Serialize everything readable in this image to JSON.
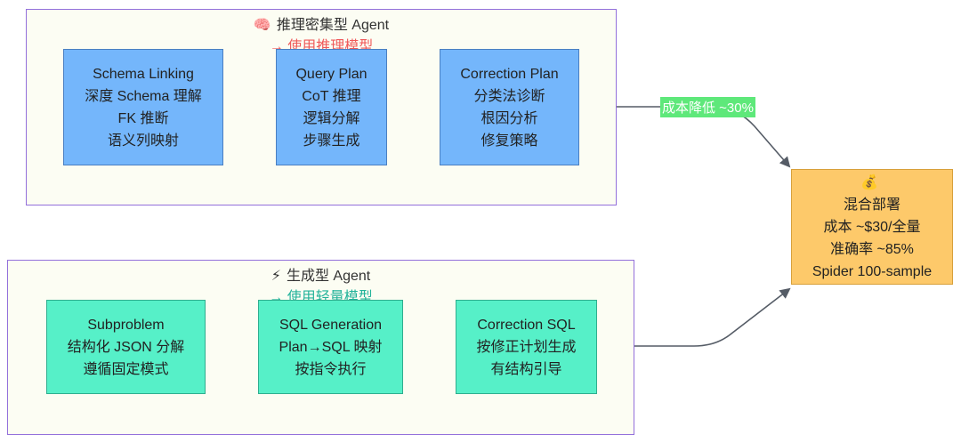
{
  "reasoning_group": {
    "icon": "🧠",
    "title": "推理密集型 Agent",
    "subtitle": "→ 使用推理模型",
    "subtitle_color": "#f05a5a",
    "nodes": [
      {
        "lines": [
          "Schema Linking",
          "深度 Schema 理解",
          "FK 推断",
          "语义列映射"
        ]
      },
      {
        "lines": [
          "Query Plan",
          "CoT 推理",
          "逻辑分解",
          "步骤生成"
        ]
      },
      {
        "lines": [
          "Correction Plan",
          "分类法诊断",
          "根因分析",
          "修复策略"
        ]
      }
    ]
  },
  "generation_group": {
    "icon": "⚡",
    "title": "生成型 Agent",
    "subtitle": "→ 使用轻量模型",
    "subtitle_color": "#22b39a",
    "nodes": [
      {
        "lines": [
          "Subproblem",
          "结构化 JSON 分解",
          "遵循固定模式"
        ]
      },
      {
        "lines": [
          "SQL Generation",
          "Plan→SQL 映射",
          "按指令执行"
        ]
      },
      {
        "lines": [
          "Correction SQL",
          "按修正计划生成",
          "有结构引导"
        ]
      }
    ]
  },
  "result_node": {
    "icon": "💰",
    "title": "混合部署",
    "lines": [
      "成本 ~$30/全量",
      "准确率 ~85%",
      "Spider 100-sample"
    ]
  },
  "edge_label": "成本降低 ~30%"
}
